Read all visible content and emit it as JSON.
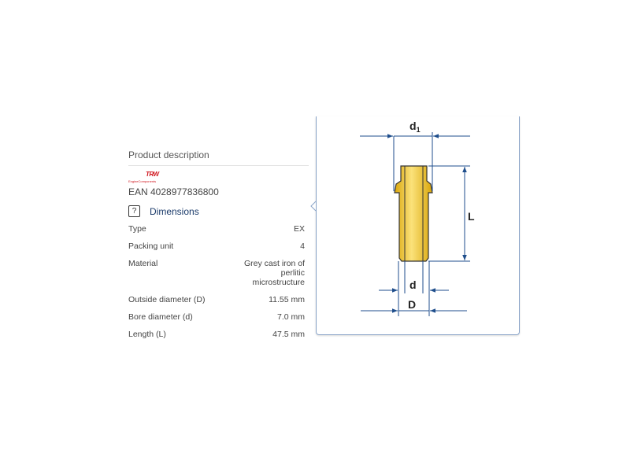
{
  "product": {
    "section_title": "Product description",
    "brand_logo": "TRW Engine Components",
    "ean": "EAN 4028977836800",
    "dimensions_label": "Dimensions",
    "help_icon": "question-mark-icon",
    "specs": [
      {
        "label": "Type",
        "value": "EX"
      },
      {
        "label": "Packing unit",
        "value": "4"
      },
      {
        "label": "Material",
        "value": "Grey cast iron of perlitic microstructure"
      },
      {
        "label": "Outside diameter (D)",
        "value": "11.55 mm"
      },
      {
        "label": "Bore diameter (d)",
        "value": "7.0 mm"
      },
      {
        "label": "Length (L)",
        "value": "47.5 mm"
      }
    ]
  },
  "drawing": {
    "label_d1": "d",
    "label_d1_sub": "1",
    "label_L": "L",
    "label_d": "d",
    "label_D": "D",
    "colors": {
      "line": "#1f4e8c",
      "part": "#f0c419",
      "outline": "#333333"
    }
  }
}
